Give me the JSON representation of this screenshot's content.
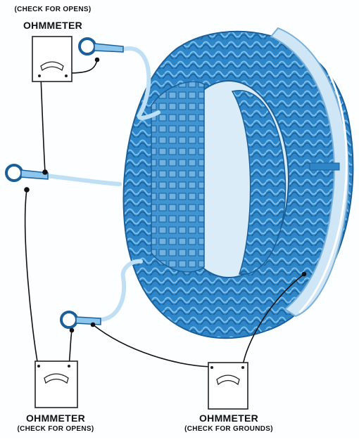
{
  "meters": [
    {
      "title": "OHMMETER",
      "caption": "(CHECK FOR OPENS)"
    },
    {
      "title": "OHMMETER",
      "caption": "(CHECK FOR OPENS)"
    },
    {
      "title": "OHMMETER",
      "caption": "(CHECK FOR GROUNDS)"
    }
  ],
  "colors": {
    "winding": "#2e86c8",
    "winding_dark": "#1b5f99",
    "winding_light": "#7ec0ea",
    "frame": "#cfe6f6",
    "lead": "#cfe8f8",
    "wire": "#111111"
  }
}
